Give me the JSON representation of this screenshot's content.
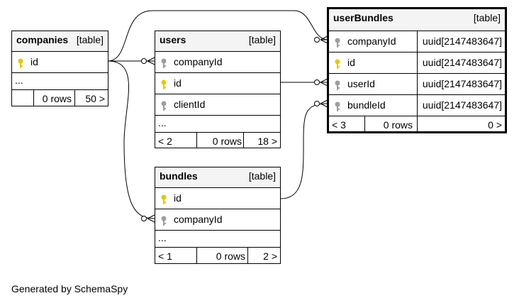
{
  "type_label": "[table]",
  "ellipsis": "...",
  "companies": {
    "name": "companies",
    "columns": [
      "id"
    ],
    "stats": {
      "children": "",
      "rows": "0 rows",
      "parents": "50 >"
    }
  },
  "users": {
    "name": "users",
    "columns": [
      "companyId",
      "id",
      "clientId"
    ],
    "stats": {
      "children": "< 2",
      "rows": "0 rows",
      "parents": "18 >"
    }
  },
  "bundles": {
    "name": "bundles",
    "columns": [
      "id",
      "companyId"
    ],
    "stats": {
      "children": "< 1",
      "rows": "0 rows",
      "parents": "2 >"
    }
  },
  "userBundles": {
    "name": "userBundles",
    "columns": [
      {
        "name": "companyId",
        "type": "uuid[2147483647]"
      },
      {
        "name": "id",
        "type": "uuid[2147483647]"
      },
      {
        "name": "userId",
        "type": "uuid[2147483647]"
      },
      {
        "name": "bundleId",
        "type": "uuid[2147483647]"
      }
    ],
    "stats": {
      "children": "< 3",
      "rows": "0 rows",
      "parents": "0 >"
    }
  },
  "footer": "Generated by SchemaSpy",
  "colors": {
    "primary_key": "#e8c800",
    "foreign_key": "#9e9e9e"
  }
}
